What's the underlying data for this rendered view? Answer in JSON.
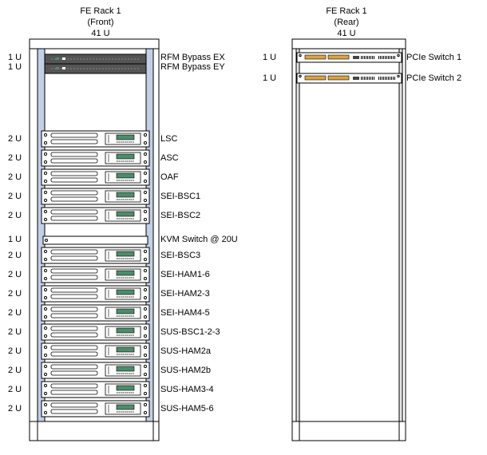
{
  "front": {
    "title": [
      "FE Rack 1",
      "(Front)",
      "41 U"
    ],
    "units": [
      {
        "size": "1 U",
        "label": "RFM Bypass EX",
        "kind": "bypass"
      },
      {
        "size": "1 U",
        "label": "RFM Bypass EY",
        "kind": "bypass"
      },
      {
        "size": "2 U",
        "label": "LSC",
        "kind": "chassis"
      },
      {
        "size": "2 U",
        "label": "ASC",
        "kind": "chassis"
      },
      {
        "size": "2 U",
        "label": "OAF",
        "kind": "chassis"
      },
      {
        "size": "2 U",
        "label": "SEI-BSC1",
        "kind": "chassis"
      },
      {
        "size": "2 U",
        "label": "SEI-BSC2",
        "kind": "chassis"
      },
      {
        "size": "1 U",
        "label": "KVM Switch @ 20U",
        "kind": "kvm"
      },
      {
        "size": "2 U",
        "label": "SEI-BSC3",
        "kind": "chassis"
      },
      {
        "size": "2 U",
        "label": "SEI-HAM1-6",
        "kind": "chassis"
      },
      {
        "size": "2 U",
        "label": "SEI-HAM2-3",
        "kind": "chassis"
      },
      {
        "size": "2 U",
        "label": "SEI-HAM4-5",
        "kind": "chassis"
      },
      {
        "size": "2 U",
        "label": "SUS-BSC1-2-3",
        "kind": "chassis"
      },
      {
        "size": "2 U",
        "label": "SUS-HAM2a",
        "kind": "chassis"
      },
      {
        "size": "2 U",
        "label": "SUS-HAM2b",
        "kind": "chassis"
      },
      {
        "size": "2 U",
        "label": "SUS-HAM3-4",
        "kind": "chassis"
      },
      {
        "size": "2 U",
        "label": "SUS-HAM5-6",
        "kind": "chassis"
      }
    ]
  },
  "rear": {
    "title": [
      "FE Rack 1",
      "(Rear)",
      "41 U"
    ],
    "units": [
      {
        "size": "1 U",
        "label": "PCIe Switch 1",
        "kind": "switch"
      },
      {
        "size": "1 U",
        "label": "PCIe Switch 2",
        "kind": "switch"
      }
    ]
  },
  "colors": {
    "rail_blue": "#c2cfe6",
    "rail_gray": "#e6e6e6",
    "panel_dark": "#555555",
    "panel_light": "#ffffff",
    "accent_green": "#4d8c6a",
    "line": "#000000"
  }
}
